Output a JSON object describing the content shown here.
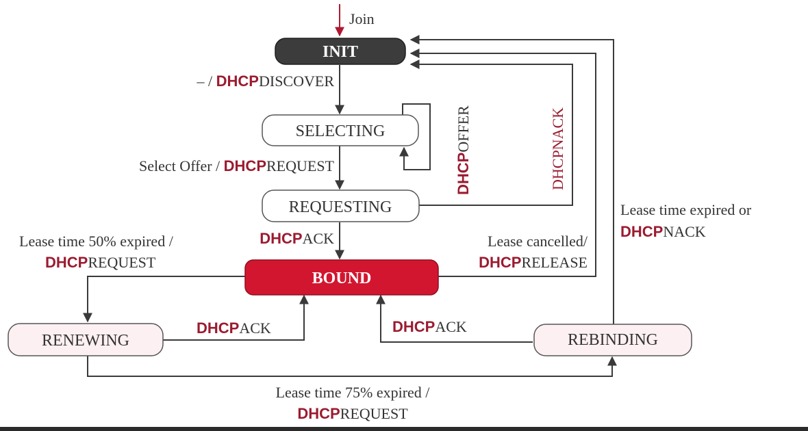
{
  "colors": {
    "init_fill": "#3c3c3c",
    "bound_fill": "#d3162f",
    "pink_fill": "#fdf0f2",
    "keyword": "#9b1b30",
    "line": "#3a3a3a",
    "join_arrow": "#b01830"
  },
  "states": {
    "init": "INIT",
    "selecting": "SELECTING",
    "requesting": "REQUESTING",
    "bound": "BOUND",
    "renewing": "RENEWING",
    "rebinding": "REBINDING"
  },
  "labels": {
    "join": "Join",
    "discover_prefix": "– / ",
    "discover_kw": "DHCP",
    "discover_rest": "DISCOVER",
    "select_prefix": "Select Offer / ",
    "select_kw": "DHCP",
    "select_rest": "REQUEST",
    "offer_kw": "DHCP",
    "offer_rest": "OFFER",
    "nack_kw": "DHCP",
    "nack_rest": "NACK",
    "ack1_kw": "DHCP",
    "ack1_rest": "ACK",
    "lease50_line1": "Lease time 50% expired /",
    "lease50_kw": "DHCP",
    "lease50_rest": "REQUEST",
    "cancel_line1": "Lease cancelled/",
    "cancel_kw": "DHCP",
    "cancel_rest": "RELEASE",
    "expired_line1": "Lease time expired or",
    "expired_kw": "DHCP",
    "expired_rest": "NACK",
    "ack2_kw": "DHCP",
    "ack2_rest": "ACK",
    "ack3_kw": "DHCP",
    "ack3_rest": "ACK",
    "lease75_line1": "Lease time 75% expired /",
    "lease75_kw": "DHCP",
    "lease75_rest": "REQUEST"
  }
}
